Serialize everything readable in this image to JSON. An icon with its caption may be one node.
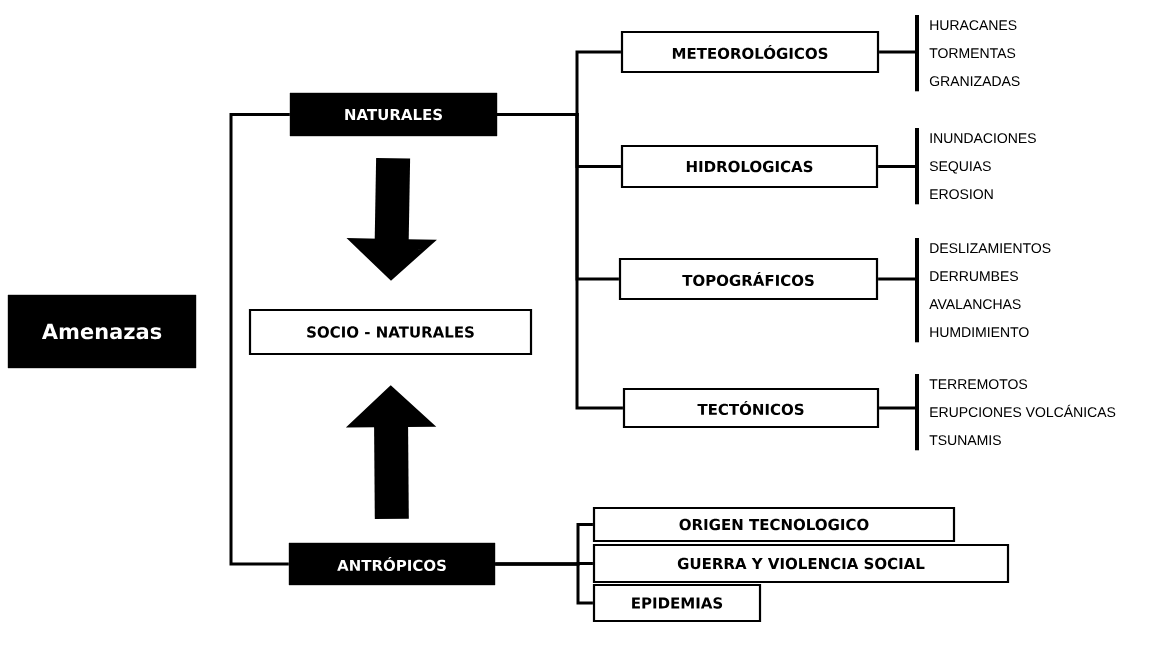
{
  "diagram": {
    "nodes": [
      {
        "text": [
          "Amenazas"
        ]
      },
      {
        "text": [
          "NATURALES"
        ]
      },
      {
        "text": [
          "SOCIO - NATURALES"
        ]
      },
      {
        "text": [
          "ANTRÓPICOS"
        ]
      },
      {
        "text": [
          "METEOROLÓGICOS"
        ]
      },
      {
        "text": [
          "HIDROLOGICAS"
        ]
      },
      {
        "text": [
          "TOPOGRÁFICOS"
        ]
      },
      {
        "text": [
          "TECTÓNICOS"
        ]
      },
      {
        "text": [
          "ORIGEN TECNOLOGICO"
        ]
      },
      {
        "text": [
          "GUERRA Y VIOLENCIA SOCIAL"
        ]
      },
      {
        "text": [
          "EPIDEMIAS"
        ]
      },
      {
        "text": [
          "HURACANES",
          "TORMENTAS",
          "GRANIZADAS"
        ]
      },
      {
        "text": [
          "INUNDACIONES",
          "SEQUIAS",
          "EROSION"
        ]
      },
      {
        "text": [
          "DESLIZAMIENTOS",
          "DERRUMBES",
          "AVALANCHAS",
          "HUMDIMIENTO"
        ]
      },
      {
        "text": [
          "TERREMOTOS",
          "ERUPCIONES VOLCÁNICAS",
          "TSUNAMIS"
        ]
      }
    ],
    "edges": [
      {
        "from": 1,
        "to": 3,
        "arrow": "none"
      },
      {
        "from": 1,
        "to": 2,
        "arrow": "to",
        "style": "thick"
      },
      {
        "from": 3,
        "to": 2,
        "arrow": "to",
        "style": "thick"
      },
      {
        "from": 1,
        "to": 4,
        "arrow": "none"
      },
      {
        "from": 1,
        "to": 5,
        "arrow": "none"
      },
      {
        "from": 1,
        "to": 6,
        "arrow": "none"
      },
      {
        "from": 1,
        "to": 7,
        "arrow": "none"
      },
      {
        "from": 3,
        "to": 8,
        "arrow": "none"
      },
      {
        "from": 3,
        "to": 9,
        "arrow": "none"
      },
      {
        "from": 3,
        "to": 10,
        "arrow": "none"
      },
      {
        "from": 4,
        "to": 11,
        "arrow": "none"
      },
      {
        "from": 5,
        "to": 12,
        "arrow": "none"
      },
      {
        "from": 6,
        "to": 13,
        "arrow": "none"
      },
      {
        "from": 7,
        "to": 14,
        "arrow": "none"
      }
    ]
  }
}
